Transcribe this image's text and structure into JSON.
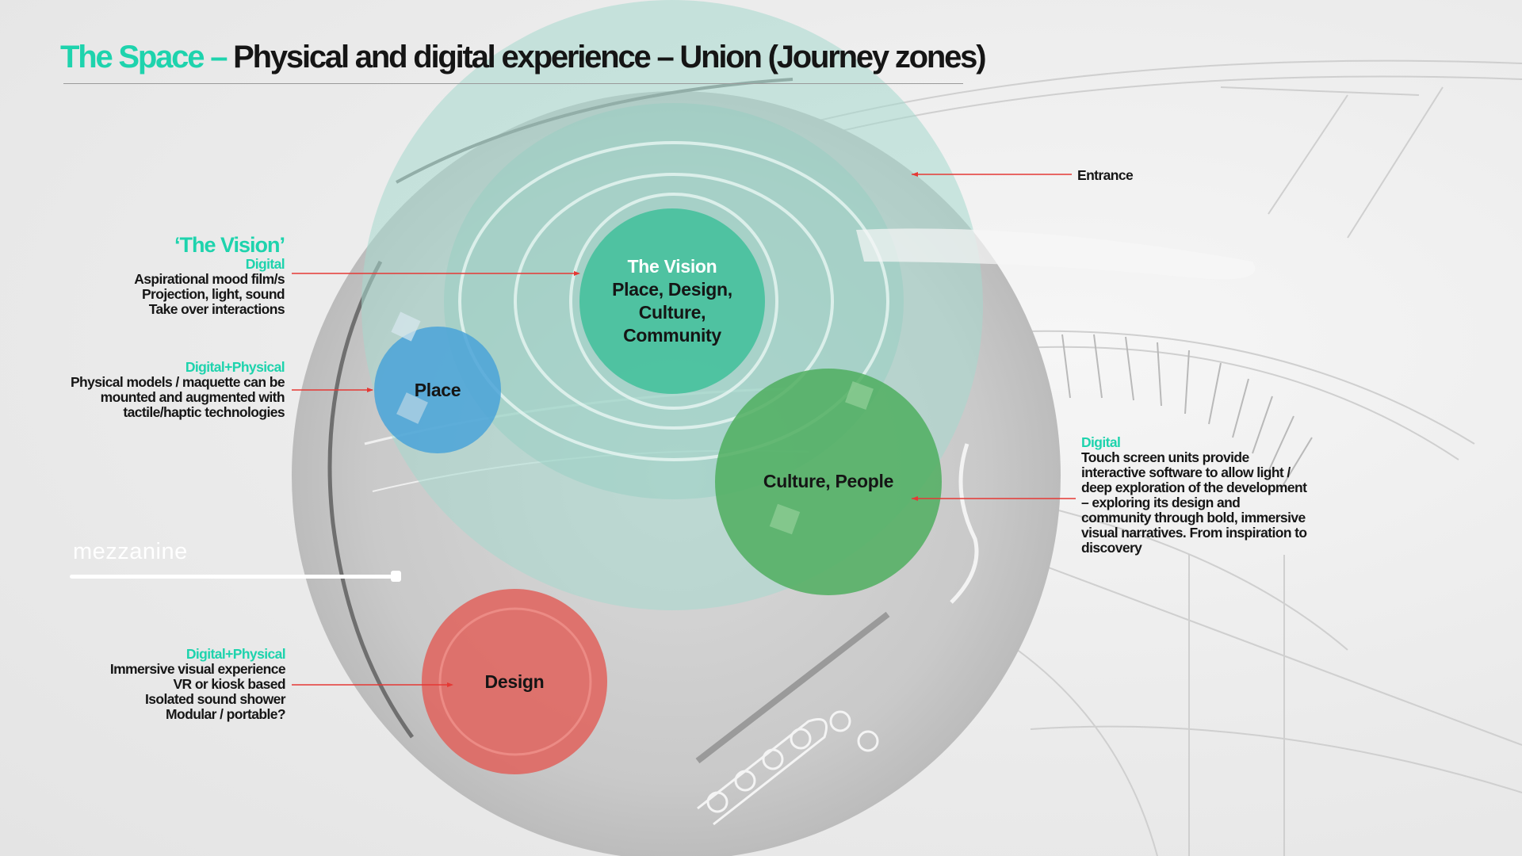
{
  "title": {
    "accent": "The Space – ",
    "main": "Physical and digital experience – Union (Journey zones)"
  },
  "zones": {
    "vision": {
      "line1": "The Vision",
      "line2": "Place, Design,",
      "line3": "Culture,",
      "line4": "Community"
    },
    "place": {
      "label": "Place"
    },
    "culture": {
      "label": "Culture, People"
    },
    "design": {
      "label": "Design"
    }
  },
  "annotations": {
    "entrance": {
      "label": "Entrance"
    },
    "vision": {
      "title": "‘The Vision’",
      "category": "Digital",
      "lines": [
        "Aspirational mood film/s",
        "Projection, light, sound",
        "Take over interactions"
      ]
    },
    "place": {
      "category": "Digital+Physical",
      "lines": [
        "Physical models / maquette can be",
        "mounted and augmented with",
        "tactile/haptic technologies"
      ]
    },
    "culture": {
      "category": "Digital",
      "lines": [
        "Touch screen units provide",
        "interactive software to allow light /",
        "deep exploration of the development",
        "– exploring its design and",
        "community through bold, immersive",
        "visual narratives. From inspiration to",
        "discovery"
      ]
    },
    "design": {
      "category": "Digital+Physical",
      "lines": [
        "Immersive visual experience",
        "VR or kiosk based",
        "Isolated sound shower",
        "Modular / portable?"
      ]
    }
  },
  "floor_label": "mezzanine",
  "colors": {
    "accent": "#1ed3ad",
    "vision": "#3fbf9a",
    "place": "#4aa3d8",
    "culture": "#4fae5f",
    "design": "#e0625c",
    "leader": "#e53935"
  }
}
